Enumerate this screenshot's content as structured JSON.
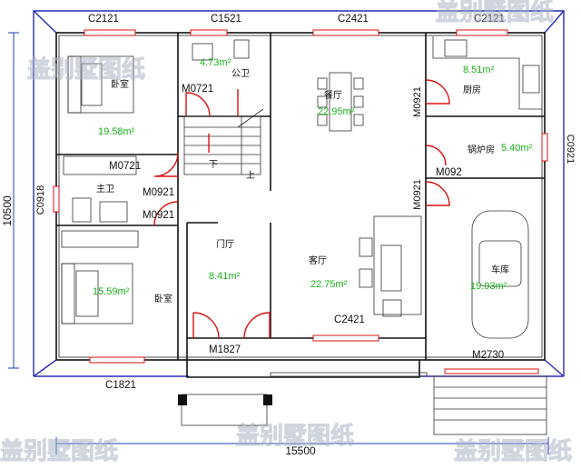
{
  "windows": {
    "c2121_bedroom": "C2121",
    "c1521": "C1521",
    "c2421_dining": "C2421",
    "c2121_kitchen": "C2121",
    "c0921": "C0921",
    "c0918": "C0918",
    "c2421_living": "C2421",
    "c1821": "C1821"
  },
  "doors": {
    "m0721_bath": "M0721",
    "m0921_dining": "M0921",
    "m0721_master": "M0721",
    "m0921_a": "M0921",
    "m0921_b": "M0921",
    "m092_boiler": "M092",
    "m0921_c": "M0921",
    "m1827": "M1827",
    "m2730": "M2730"
  },
  "rooms": {
    "bedroom_top": {
      "label": "卧室",
      "area": "19.58m²"
    },
    "public_bath": {
      "label": "公卫",
      "area": "4.73m²"
    },
    "dining": {
      "label": "餐厅",
      "area": "22.95m²"
    },
    "kitchen": {
      "label": "厨房",
      "area": "8.51m²"
    },
    "boiler": {
      "label": "锅炉房",
      "area": "5.40m²"
    },
    "master_bath": {
      "label": "主卫"
    },
    "foyer": {
      "label": "门厅",
      "area": "8.41m²"
    },
    "living": {
      "label": "客厅",
      "area": "22.75m²"
    },
    "garage": {
      "label": "车库",
      "area": "19.93m²"
    },
    "bedroom_bottom": {
      "label": "卧室",
      "area": "15.59m²"
    }
  },
  "stairs": {
    "down": "下",
    "up": "上"
  },
  "dimensions": {
    "width": "15500",
    "depth": "10500"
  },
  "watermark": "盖别墅图纸",
  "colors": {
    "wall": "#111111",
    "outer_line": "#2a2ab8",
    "door_window": "#dd1111",
    "area_text": "#19b319",
    "dimension": "#1b3fbf"
  }
}
